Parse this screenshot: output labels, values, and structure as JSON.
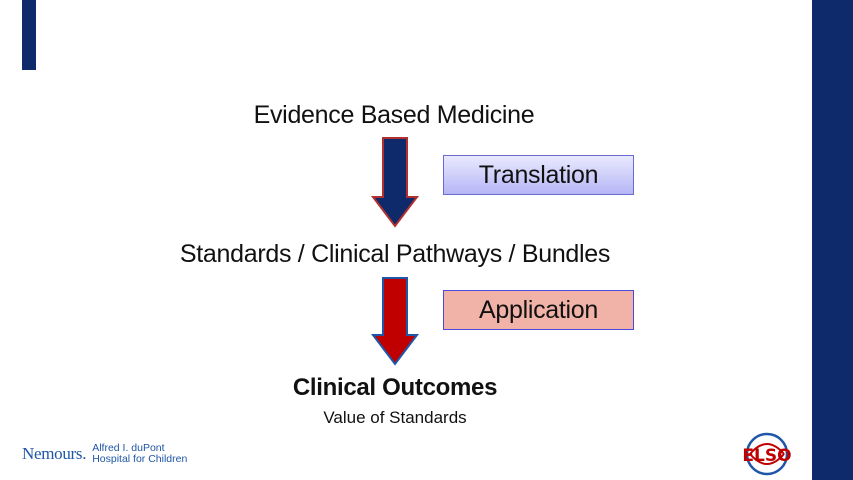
{
  "diagram": {
    "top_text": "Evidence Based Medicine",
    "middle_text": "Standards / Clinical Pathways / Bundles",
    "box_translation": "Translation",
    "box_application": "Application",
    "outcome_title": "Clinical Outcomes",
    "outcome_subtitle": "Value of Standards"
  },
  "footer": {
    "nemours_word": "Nemours.",
    "hospital_line1": "Alfred I. duPont",
    "hospital_line2": "Hospital for Children",
    "elso_logo_text": "ELSO"
  },
  "colors": {
    "navy": "#0e2a6a",
    "arrow1_fill": "#0e2a6a",
    "arrow2_fill": "#c00000",
    "arrow_outline": "#b03030"
  }
}
